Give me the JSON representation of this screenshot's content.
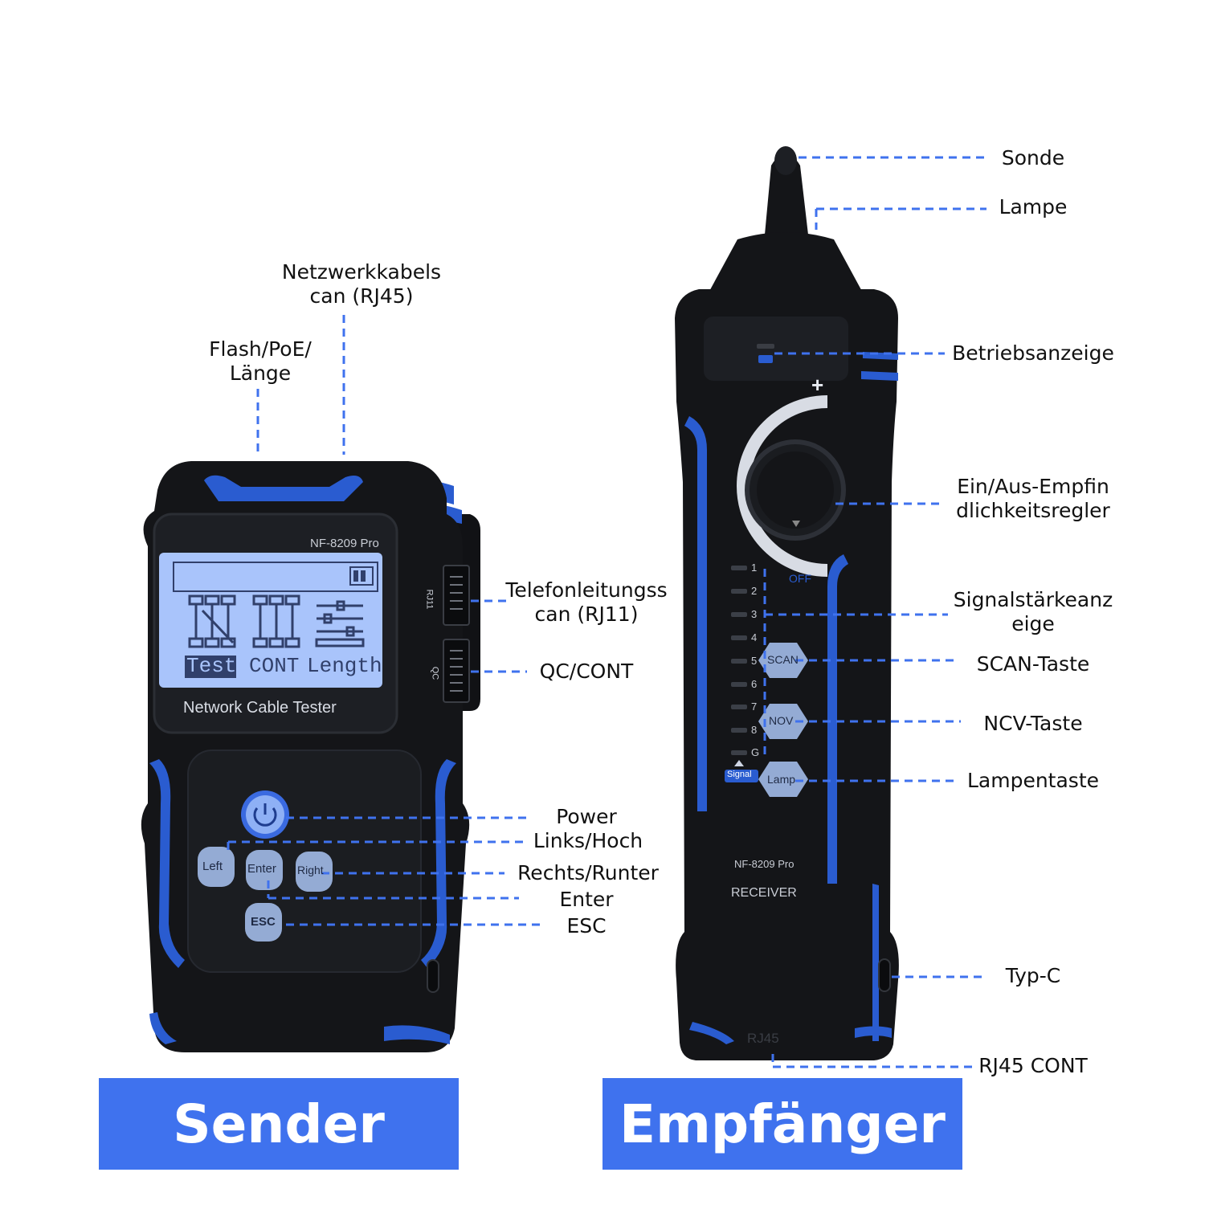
{
  "colors": {
    "accent": "#3f72ee",
    "device_body": "#141518",
    "device_trim": "#2a5cd0",
    "screen": "#a9c4fb",
    "leader_line": "#3f72ee"
  },
  "sender": {
    "banner": "Sender",
    "model": "NF-8209 Pro",
    "device_label": "Network Cable Tester",
    "screen_modes": [
      "Test",
      "CONT",
      "Length"
    ],
    "side_ports": [
      "RJ11",
      "QC"
    ],
    "buttons": {
      "power_icon": "power-icon",
      "left": "Left",
      "enter": "Enter",
      "right": "Right",
      "esc": "ESC"
    },
    "callouts": {
      "rj45_scan": "Netzwerkkabels\ncan (RJ45)",
      "flash_poe": "Flash/PoE/\nLänge",
      "rj11_scan": "Telefonleitungss\ncan (RJ11)",
      "qc_cont": "QC/CONT",
      "power": "Power",
      "left_up": "Links/Hoch",
      "right_down": "Rechts/Runter",
      "enter": "Enter",
      "esc": "ESC"
    }
  },
  "receiver": {
    "banner": "Empfänger",
    "model": "NF-8209 Pro",
    "device_label": "RECEIVER",
    "dial_plus": "+",
    "dial_off": "OFF",
    "signal_levels": [
      "1",
      "2",
      "3",
      "4",
      "5",
      "6",
      "7",
      "8",
      "G"
    ],
    "signal_label": "Signal",
    "buttons": {
      "scan": "SCAN",
      "ncv": "NOV",
      "lamp": "Lamp"
    },
    "bottom_port": "RJ45",
    "callouts": {
      "probe": "Sonde",
      "lamp": "Lampe",
      "power_indicator": "Betriebsanzeige",
      "sensitivity": "Ein/Aus-Empfin\ndlichkeitsregler",
      "signal_strength": "Signalstärkeanz\neige",
      "scan_button": "SCAN-Taste",
      "ncv_button": "NCV-Taste",
      "lamp_button": "Lampentaste",
      "type_c": "Typ-C",
      "rj45_cont": "RJ45 CONT"
    }
  }
}
